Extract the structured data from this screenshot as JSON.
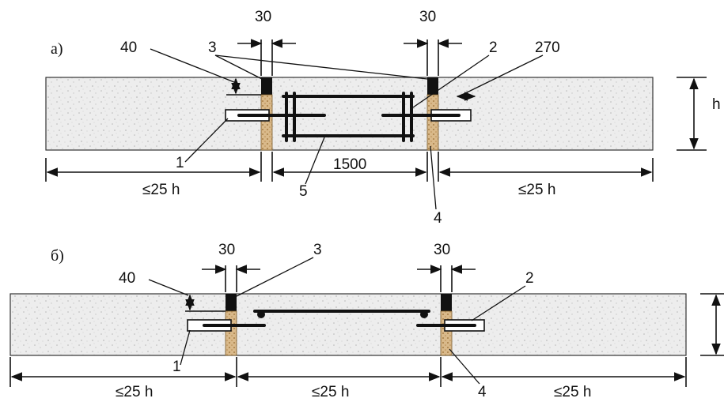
{
  "panels": {
    "a": {
      "label": "а)",
      "dim_gap_left": "30",
      "dim_gap_right": "30",
      "dim_top": "40",
      "dim_plate": "270",
      "dim_span": "1500",
      "dim_left": "≤25 h",
      "dim_right": "≤25 h",
      "dim_height": "h",
      "callouts": [
        "1",
        "2",
        "3",
        "4",
        "5"
      ]
    },
    "b": {
      "label": "б)",
      "dim_gap_left": "30",
      "dim_gap_right": "30",
      "dim_top": "40",
      "dim_left": "≤25 h",
      "dim_middle": "≤25 h",
      "dim_right": "≤25 h",
      "callouts": [
        "1",
        "2",
        "3",
        "4"
      ]
    }
  },
  "colors": {
    "slab": "#ececec",
    "sealant": "#111111",
    "filler": "#d9b98a",
    "outline": "#111111"
  }
}
